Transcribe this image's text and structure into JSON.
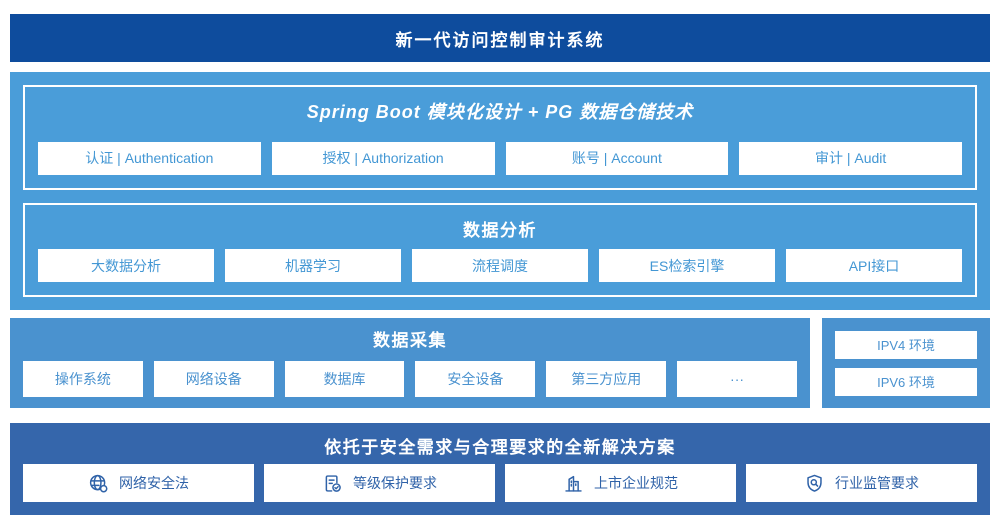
{
  "header": {
    "title": "新一代访问控制审计系统"
  },
  "platform": {
    "spring": {
      "title": "Spring Boot 模块化设计 + PG 数据仓储技术",
      "items": [
        "认证 | Authentication",
        "授权 | Authorization",
        "账号 | Account",
        "审计 | Audit"
      ]
    },
    "analysis": {
      "title": "数据分析",
      "items": [
        "大数据分析",
        "机器学习",
        "流程调度",
        "ES检索引擎",
        "API接口"
      ]
    }
  },
  "collection": {
    "title": "数据采集",
    "items": [
      "操作系统",
      "网络设备",
      "数据库",
      "安全设备",
      "第三方应用",
      "···"
    ]
  },
  "environments": {
    "items": [
      "IPV4 环境",
      "IPV6 环境"
    ]
  },
  "solution": {
    "title": "依托于安全需求与合理要求的全新解决方案",
    "items": [
      {
        "icon": "globe-icon",
        "label": "网络安全法"
      },
      {
        "icon": "document-check-icon",
        "label": "等级保护要求"
      },
      {
        "icon": "building-icon",
        "label": "上市企业规范"
      },
      {
        "icon": "shield-search-icon",
        "label": "行业监管要求"
      }
    ]
  },
  "colors": {
    "header_navy": "#0e4c9d",
    "platform_blue": "#4a9dd9",
    "collection_blue": "#4a92cf",
    "solution_blue": "#3566ab",
    "chip_text_blue": "#4397d4",
    "solution_text_blue": "#2f62a8",
    "white": "#ffffff"
  }
}
